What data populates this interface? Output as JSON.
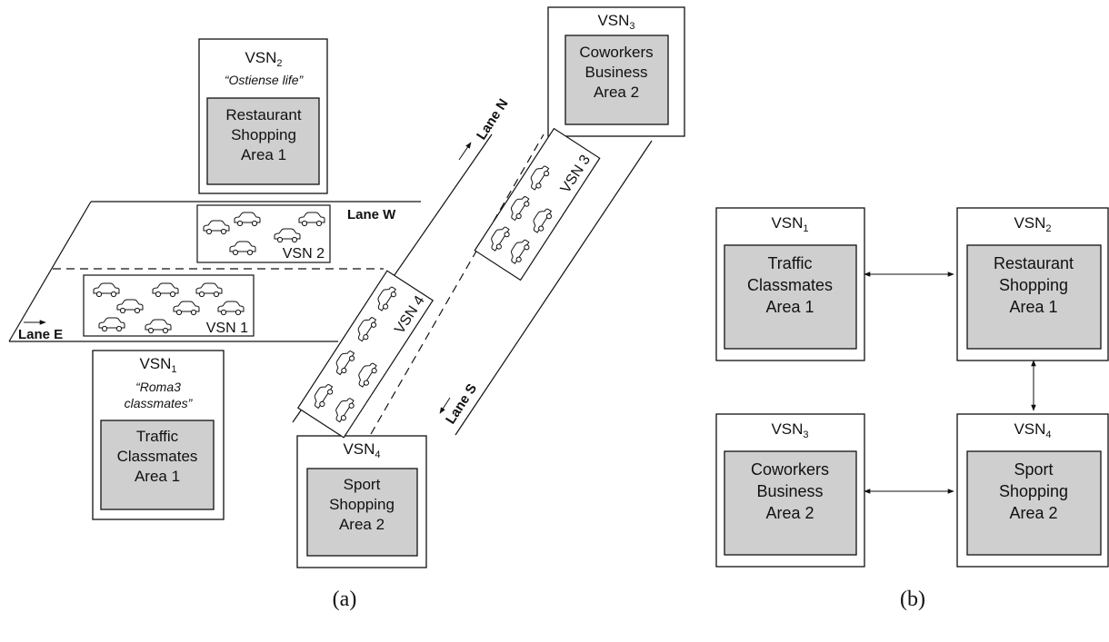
{
  "panel_a": {
    "vsn1": {
      "title": "VSN",
      "sub": "1",
      "quote_line1": "“Roma3",
      "quote_line2": "classmates”",
      "line1": "Traffic",
      "line2": "Classmates",
      "line3": "Area 1"
    },
    "vsn2": {
      "title": "VSN",
      "sub": "2",
      "quote": "“Ostiense life”",
      "line1": "Restaurant",
      "line2": "Shopping",
      "line3": "Area 1"
    },
    "vsn3": {
      "title": "VSN",
      "sub": "3",
      "line1": "Coworkers",
      "line2": "Business",
      "line3": "Area 2"
    },
    "vsn4": {
      "title": "VSN",
      "sub": "4",
      "line1": "Sport",
      "line2": "Shopping",
      "line3": "Area 2"
    },
    "lanes": {
      "w": "Lane W",
      "e": "Lane E",
      "n": "Lane N",
      "s": "Lane S"
    },
    "clusters": {
      "c1": "VSN 1",
      "c2": "VSN 2",
      "c3": "VSN 3",
      "c4": "VSN 4"
    },
    "caption": "(a)"
  },
  "panel_b": {
    "vsn1": {
      "title": "VSN",
      "sub": "1",
      "line1": "Traffic",
      "line2": "Classmates",
      "line3": "Area 1"
    },
    "vsn2": {
      "title": "VSN",
      "sub": "2",
      "line1": "Restaurant",
      "line2": "Shopping",
      "line3": "Area 1"
    },
    "vsn3": {
      "title": "VSN",
      "sub": "3",
      "line1": "Coworkers",
      "line2": "Business",
      "line3": "Area 2"
    },
    "vsn4": {
      "title": "VSN",
      "sub": "4",
      "line1": "Sport",
      "line2": "Shopping",
      "line3": "Area 2"
    },
    "caption": "(b)"
  }
}
